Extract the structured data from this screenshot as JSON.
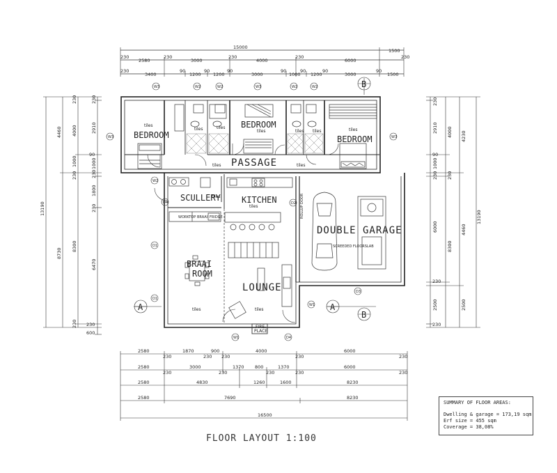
{
  "title": "FLOOR LAYOUT 1:100",
  "summary": {
    "heading": "SUMMARY OF FLOOR AREAS:",
    "dwelling": "Dwelling & garage = 173,19 sqm",
    "erf": "Erf size = 455 sqm",
    "coverage": "Coverage = 38,08%"
  },
  "rooms": {
    "bedroom_left": "BEDROOM",
    "bedroom_mid": "BEDROOM",
    "bedroom_right": "BEDROOM",
    "passage": "PASSAGE",
    "scullery": "SCULLERY",
    "kitchen": "KITCHEN",
    "double_garage": "DOUBLE GARAGE",
    "braai_room_1": "BRAAI",
    "braai_room_2": "ROOM",
    "lounge": "LOUNGE",
    "fireplace_1": "FIRE-",
    "fireplace_2": "PLACE"
  },
  "finishes": {
    "tiles": "tiles",
    "garage_floor": "SCREEDED FLOORSLAB",
    "worktop": "WORKTOP",
    "braai": "BRAAI",
    "fridge": "FRIDGE",
    "rollup": "ROLLUP DOOR"
  },
  "sections": {
    "a": "A",
    "b": "B"
  },
  "tags": {
    "w3": "W3",
    "w2": "W2",
    "w1": "W1",
    "d1": "D1",
    "d2": "D2",
    "d3": "D3",
    "d4": "D4"
  },
  "dims_top": {
    "row1": [
      "15000",
      "1500"
    ],
    "row2": [
      "230",
      "2580",
      "230",
      "3000",
      "230",
      "4000",
      "230",
      "6000",
      "230"
    ],
    "row3": [
      "230",
      "3400",
      "90",
      "1200",
      "90",
      "1200",
      "90",
      "3000",
      "90",
      "1000",
      "90",
      "1200",
      "90",
      "3000",
      "90",
      "1500"
    ]
  },
  "dims_bottom": {
    "row1": [
      "2580",
      "230",
      "1870",
      "230",
      "900",
      "230",
      "4000",
      "230",
      "6000",
      "230"
    ],
    "row2": [
      "2580",
      "230",
      "3000",
      "230",
      "1370",
      "800",
      "230",
      "1370",
      "230",
      "6000",
      "230"
    ],
    "row3": [
      "2580",
      "4830",
      "1260",
      "1600",
      "8230"
    ],
    "row4": [
      "2580",
      "7690",
      "8230"
    ],
    "row5": [
      "16500"
    ]
  },
  "dims_left": {
    "outer": [
      "13190"
    ],
    "mid": [
      "4460",
      "8730"
    ],
    "inner": [
      "230",
      "4000",
      "1000",
      "230",
      "8300",
      "230"
    ],
    "innermost": [
      "230",
      "2910",
      "90",
      "1000",
      "230",
      "1800",
      "230",
      "6470",
      "230",
      "600"
    ]
  },
  "dims_right": {
    "inner": [
      "230",
      "2910",
      "90",
      "1000",
      "230",
      "6000",
      "230",
      "2500",
      "230"
    ],
    "mid": [
      "4000",
      "230",
      "8300"
    ],
    "outer": [
      "4230",
      "4460",
      "2500"
    ],
    "far": [
      "13190"
    ]
  }
}
